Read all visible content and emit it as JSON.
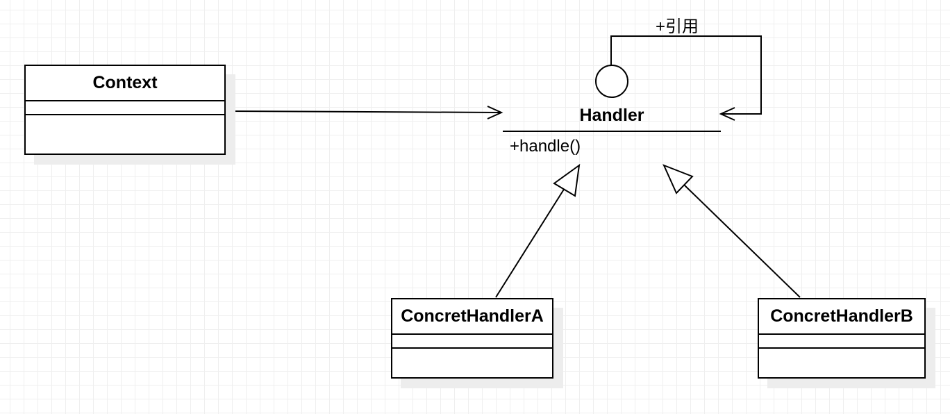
{
  "diagram": {
    "classes": {
      "context": {
        "name": "Context"
      },
      "handler": {
        "name": "Handler",
        "operation": "+handle()"
      },
      "concrete_a": {
        "name": "ConcretHandlerA"
      },
      "concrete_b": {
        "name": "ConcretHandlerB"
      }
    },
    "self_reference_label": "+引用"
  }
}
